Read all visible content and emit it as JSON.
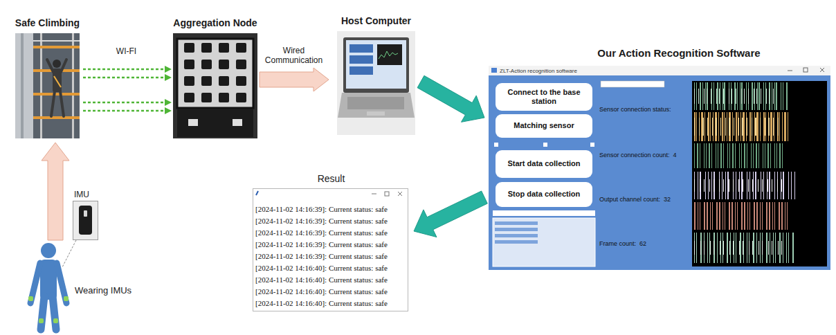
{
  "diagram": {
    "nodes": [
      {
        "text": [
          "Safe Climbing"
        ]
      },
      {
        "text": [
          "Aggregation Node"
        ]
      },
      {
        "text": [
          "Host Computer"
        ]
      },
      {
        "text": [
          "Our Action Recognition Software"
        ]
      },
      {
        "text": [
          "Connect to the base station"
        ],
        "in": 3
      },
      {
        "text": [
          "Matching sensor"
        ],
        "in": 3
      },
      {
        "text": [
          "Start data collection"
        ],
        "in": 3
      },
      {
        "text": [
          "Stop data collection"
        ],
        "in": 3
      },
      {
        "text": [
          "Result",
          "[2024-11-02 14:16:39]: Current status: safe",
          "[2024-11-02 14:16:39]: Current status: safe",
          "[2024-11-02 14:16:39]: Current status: safe",
          "[2024-11-02 14:16:39]: Current status: safe",
          "[2024-11-02 14:16:39]: Current status: safe",
          "[2024-11-02 14:16:40]: Current status: safe",
          "[2024-11-02 14:16:40]: Current status: safe",
          "[2024-11-02 14:16:40]: Current status: safe",
          "[2024-11-02 14:16:40]: Current status: safe"
        ]
      },
      {
        "text": [
          "IMU"
        ]
      },
      {
        "text": [
          "Wearing IMUs"
        ]
      }
    ],
    "edges": [
      {
        "from": 0,
        "to": 1,
        "label": "WI-FI",
        "arrow": "to"
      },
      {
        "from": 1,
        "to": 2,
        "label": "Wired Communication",
        "arrow": "to"
      },
      {
        "from": 2,
        "to": 3,
        "arrow": "to"
      },
      {
        "from": 3,
        "to": 8,
        "arrow": "to"
      },
      {
        "from": 10,
        "to": 0,
        "arrow": "to"
      }
    ],
    "labels": [
      "ZLT-Action recognition software",
      "Sensor connection status:",
      "Sensor connection count:",
      "4",
      "Output channel count:",
      "32",
      "Frame count:",
      "62"
    ]
  }
}
